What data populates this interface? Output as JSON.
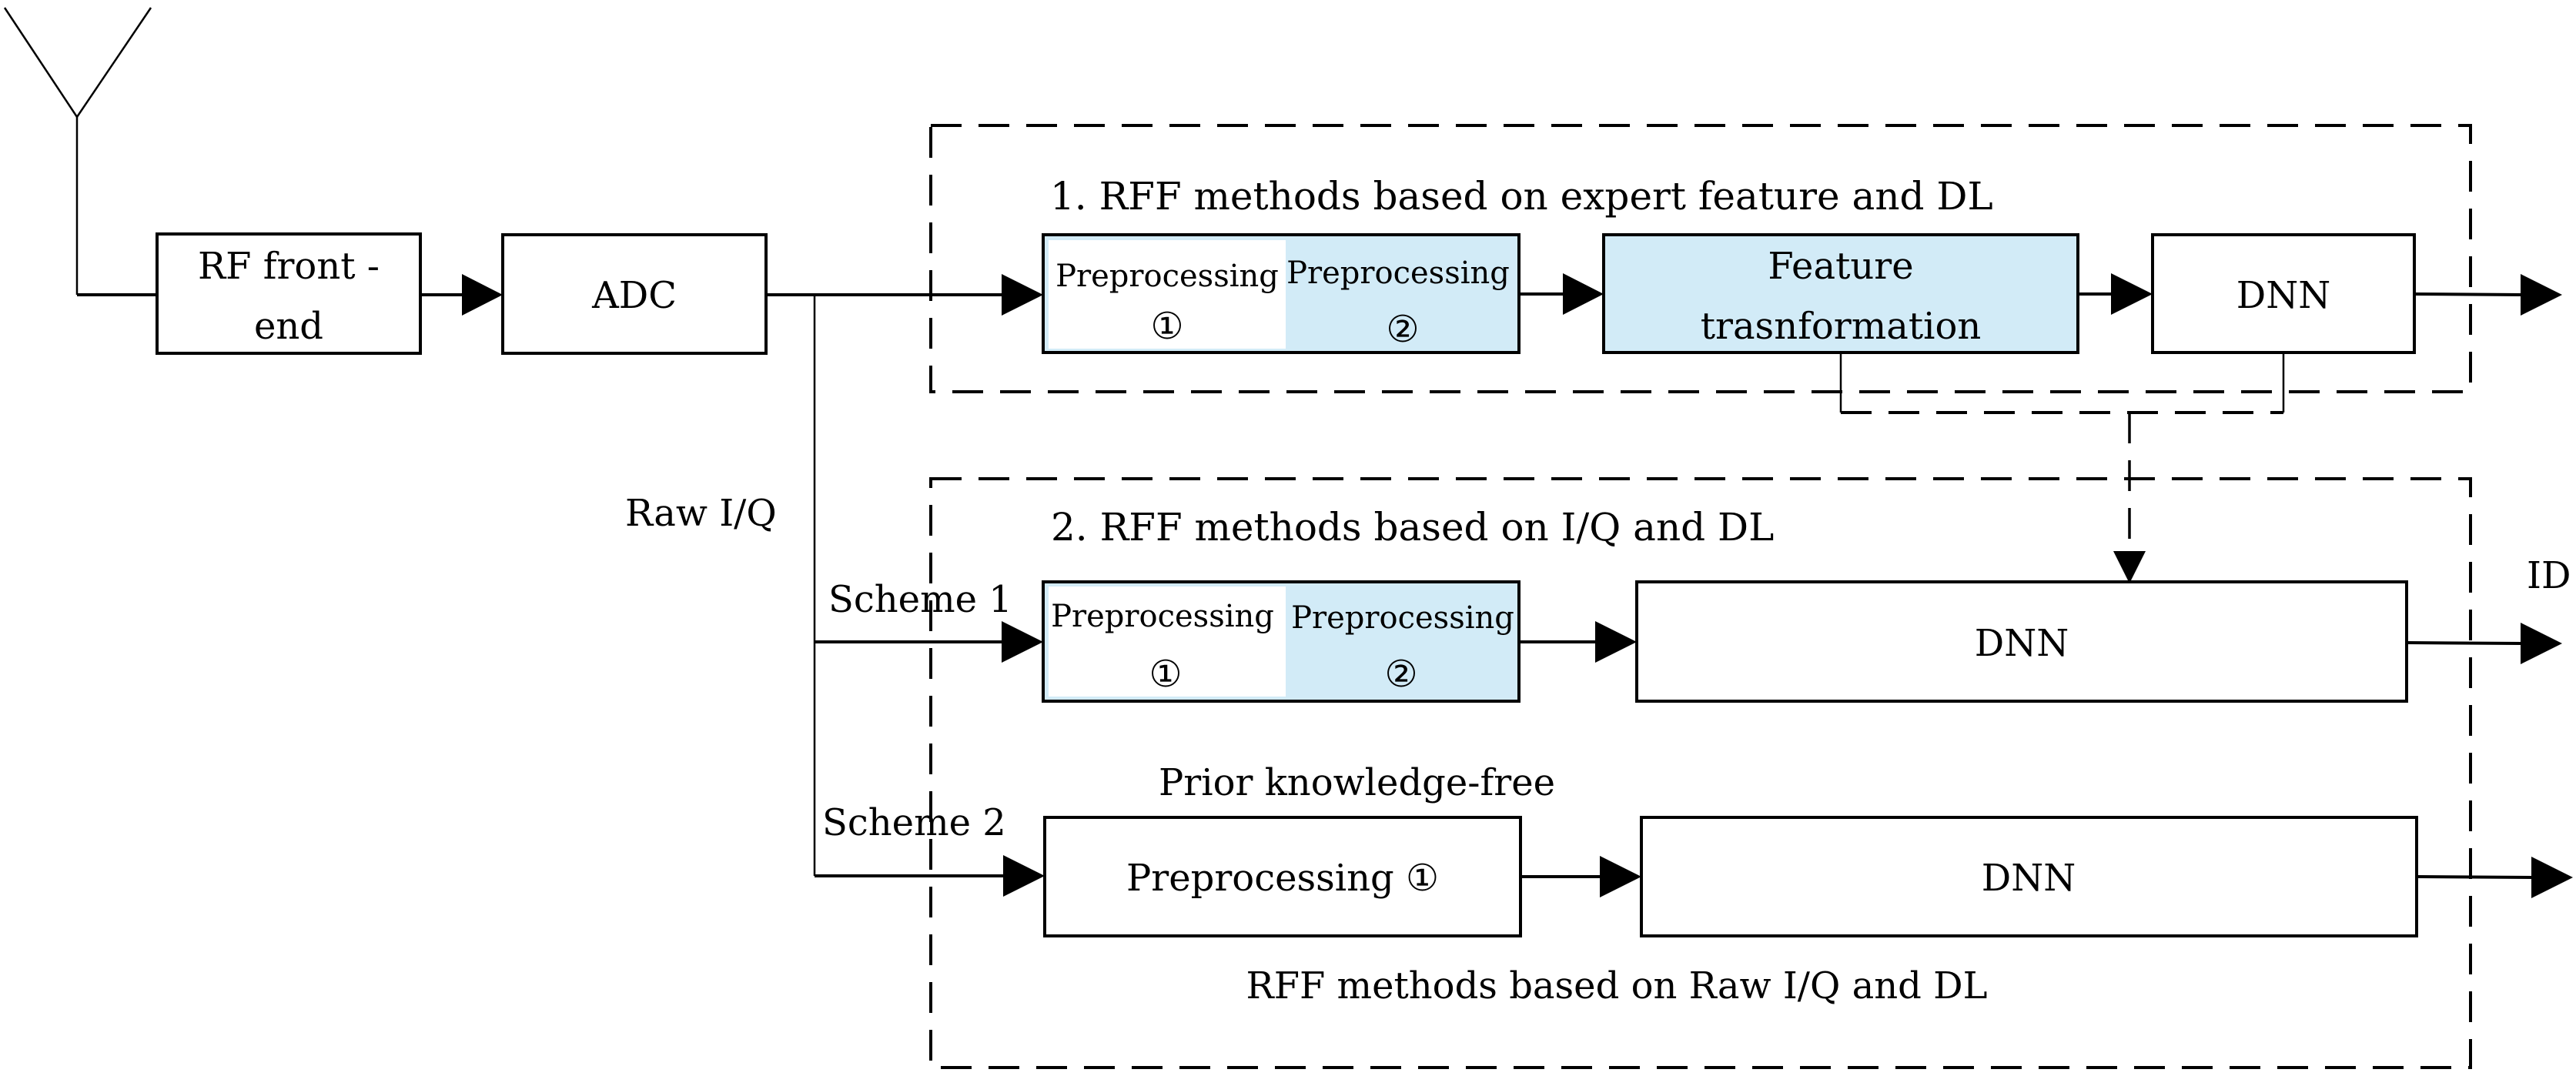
{
  "colors": {
    "highlight": "#d2ebf7",
    "plain": "#ffffff",
    "stroke": "#000000"
  },
  "antenna": {
    "icon": "antenna-icon"
  },
  "front_chain": {
    "rf_frontend": {
      "line1": "RF front -",
      "line2": "end"
    },
    "adc": {
      "label": "ADC"
    }
  },
  "raw_iq_label": "Raw I/Q",
  "group1": {
    "title": "1. RFF methods based on expert feature and DL",
    "preprocessing_1": {
      "label": "Preprocessing",
      "marker": "①",
      "highlighted": false
    },
    "preprocessing_2": {
      "label": "Preprocessing",
      "marker": "②",
      "highlighted": true
    },
    "feature": {
      "line1": "Feature",
      "line2": "trasnformation",
      "highlighted": true
    },
    "dnn": {
      "label": "DNN"
    }
  },
  "group2": {
    "title": "2. RFF methods based on I/Q and DL",
    "scheme1": {
      "label": "Scheme 1",
      "preprocessing_1": {
        "label": "Preprocessing",
        "marker": "①",
        "highlighted": false
      },
      "preprocessing_2": {
        "label": "Preprocessing",
        "marker": "②",
        "highlighted": true
      },
      "dnn": {
        "label": "DNN"
      }
    },
    "scheme2": {
      "label": "Scheme 2",
      "note": "Prior knowledge-free",
      "preprocessing": {
        "label": "Preprocessing ①"
      },
      "dnn": {
        "label": "DNN"
      }
    },
    "footer": "RFF methods based on Raw I/Q and DL"
  },
  "output_label": "ID"
}
